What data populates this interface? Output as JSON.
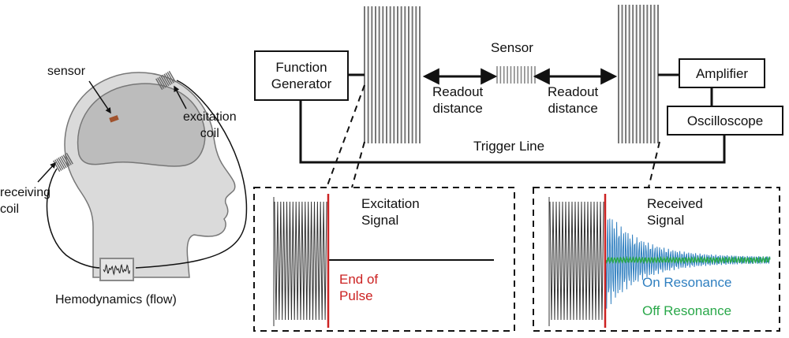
{
  "left_panel": {
    "sensor_label": "sensor",
    "excitation_coil_label": "excitation\ncoil",
    "receiving_coil_label": "receiving\ncoil",
    "caption": "Hemodynamics (flow)"
  },
  "blocks": {
    "function_generator": "Function\nGenerator",
    "amplifier": "Amplifier",
    "oscilloscope": "Oscilloscope"
  },
  "middle": {
    "sensor_label": "Sensor",
    "readout_left": "Readout\ndistance",
    "readout_right": "Readout\ndistance",
    "trigger_line": "Trigger Line"
  },
  "excitation_panel": {
    "title": "Excitation\nSignal",
    "pulse_label": "End of\nPulse"
  },
  "received_panel": {
    "title": "Received\nSignal",
    "on_resonance": "On Resonance",
    "off_resonance": "Off Resonance"
  },
  "colors": {
    "pulse_marker": "#cc2222",
    "on_resonance": "#2f7fc0",
    "off_resonance": "#2aa84a",
    "head": "#d9d9d9",
    "brain": "#bdbdbd"
  }
}
